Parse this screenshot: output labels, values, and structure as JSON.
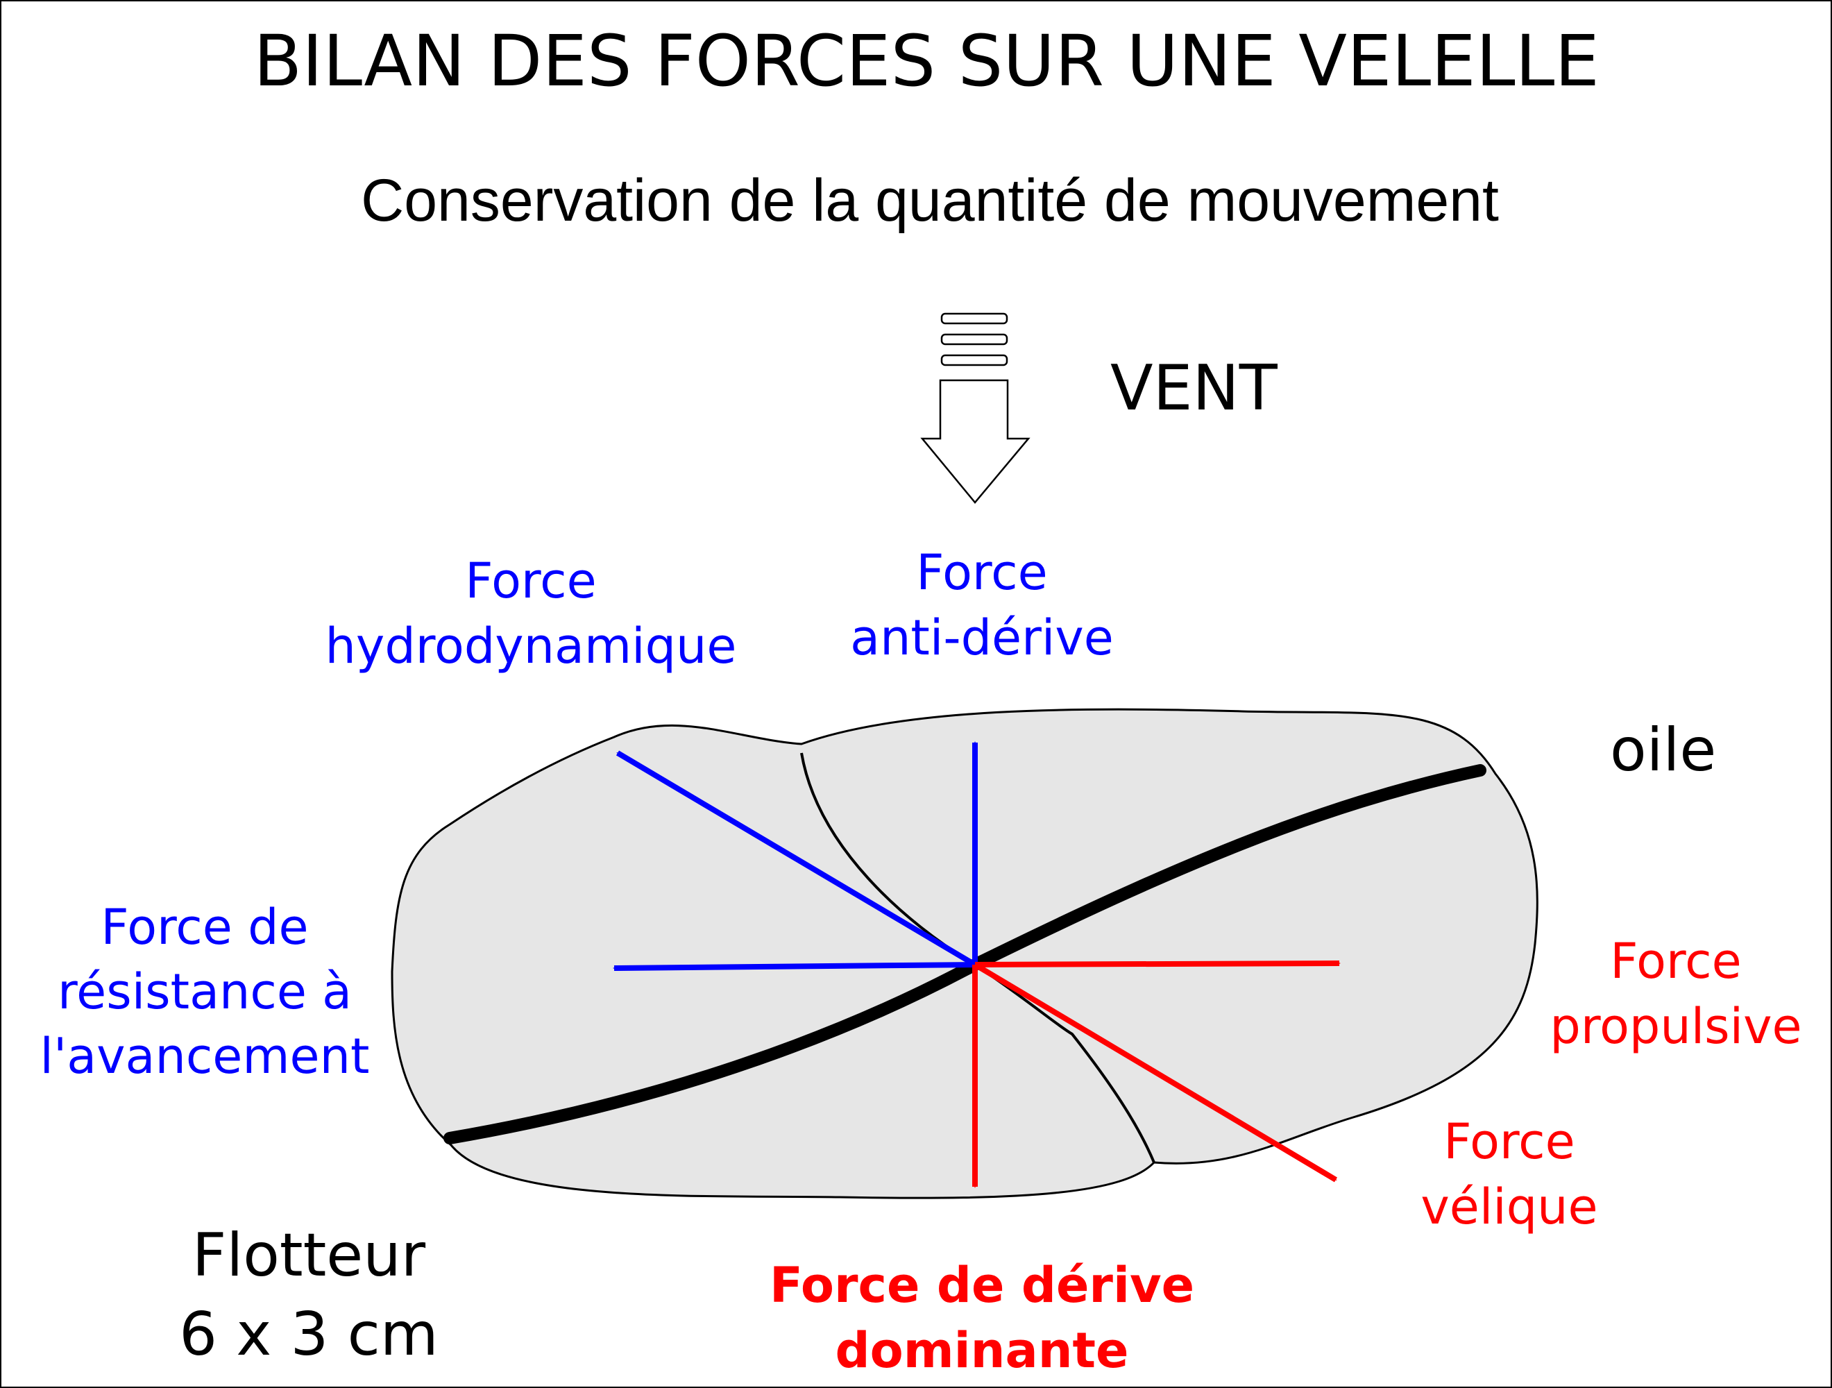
{
  "title": "BILAN DES FORCES SUR UNE VELELLE",
  "subtitle": "Conservation de la quantité de mouvement",
  "wind_label": "VENT",
  "sail_label": "oile",
  "float_label": [
    "Flotteur",
    "6 x 3 cm"
  ],
  "forces": {
    "hydrodynamic": [
      "Force",
      "hydrodynamique"
    ],
    "anti_drift": [
      "Force",
      "anti-dérive"
    ],
    "resistance": [
      "Force de",
      "résistance à",
      "l'avancement"
    ],
    "propulsive": [
      "Force",
      "propulsive"
    ],
    "velic": [
      "Force",
      "vélique"
    ],
    "drift": [
      "Force de dérive",
      "dominante"
    ]
  },
  "colors": {
    "blue_force": "#0000ff",
    "red_force": "#ff0000",
    "float_fill": "#e6e6e6",
    "sail_line": "#000000"
  }
}
